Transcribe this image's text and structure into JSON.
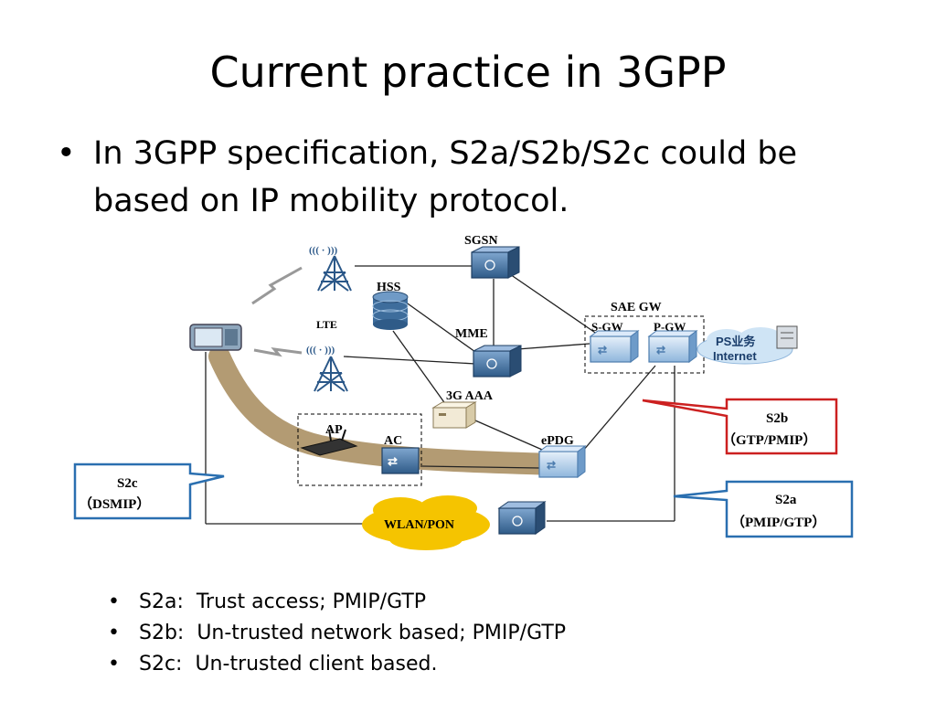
{
  "slide": {
    "title": "Current practice in 3GPP",
    "bullet_symbol": "•",
    "main_bullet": "In 3GPP specification, S2a/S2b/S2c could be based on IP mobility protocol.",
    "sub_bullets": [
      "S2a:  Trust access; PMIP/GTP",
      "S2b:  Un-trusted network based; PMIP/GTP",
      "S2c:  Un-trusted client based."
    ]
  },
  "diagram": {
    "labels": {
      "sgsn": "SGSN",
      "hss": "HSS",
      "lte": "LTE",
      "mme": "MME",
      "sae_gw": "SAE GW",
      "s_gw": "S-GW",
      "p_gw": "P-GW",
      "ps_line1": "PS业务",
      "ps_line2": "Internet",
      "aaa": "3G AAA",
      "ap": "AP",
      "ac": "AC",
      "epdg": "ePDG",
      "wlan": "WLAN/PON"
    },
    "callouts": {
      "s2b_title": "S2b",
      "s2b_sub": "（GTP/PMIP）",
      "s2a_title": "S2a",
      "s2a_sub": "（PMIP/GTP）",
      "s2c_title": "S2c",
      "s2c_sub": "（DSMIP）"
    },
    "colors": {
      "s2b_border": "#cc2020",
      "s2a_border": "#2a6fb0",
      "tunnel": "#b39b73",
      "device": "#3f6e9e",
      "cloud_yellow": "#f5c400",
      "cloud_blue": "#cfe4f5"
    }
  }
}
